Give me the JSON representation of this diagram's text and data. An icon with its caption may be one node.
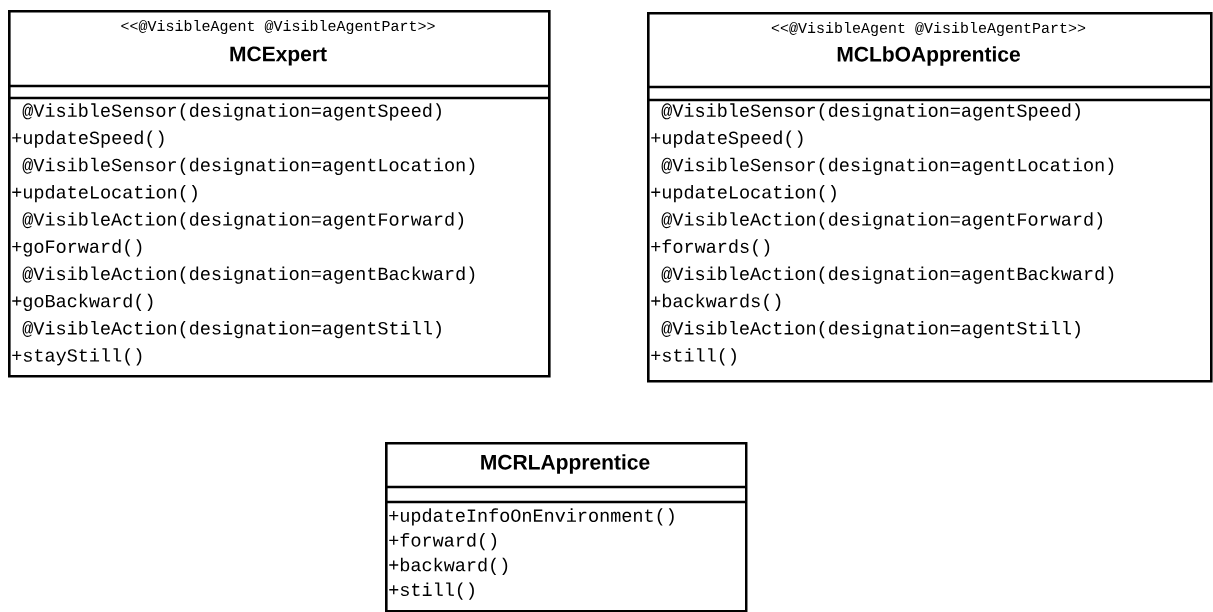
{
  "diagram": {
    "nodes": [
      {
        "text": [
          "<<@VisibleAgent @VisibleAgentPart>>",
          "MCExpert",
          "@VisibleSensor(designation=agentSpeed)",
          "+updateSpeed()",
          "@VisibleSensor(designation=agentLocation)",
          "+updateLocation()",
          "@VisibleAction(designation=agentForward)",
          "+goForward()",
          "@VisibleAction(designation=agentBackward)",
          "+goBackward()",
          "@VisibleAction(designation=agentStill)",
          "+stayStill()"
        ]
      },
      {
        "text": [
          "<<@VisibleAgent @VisibleAgentPart>>",
          "MCLbOApprentice",
          "@VisibleSensor(designation=agentSpeed)",
          "+updateSpeed()",
          "@VisibleSensor(designation=agentLocation)",
          "+updateLocation()",
          "@VisibleAction(designation=agentForward)",
          "+forwards()",
          "@VisibleAction(designation=agentBackward)",
          "+backwards()",
          "@VisibleAction(designation=agentStill)",
          "+still()"
        ]
      },
      {
        "text": [
          "MCRLApprentice",
          "+updateInfoOnEnvironment()",
          "+forward()",
          "+backward()",
          "+still()"
        ]
      }
    ]
  }
}
